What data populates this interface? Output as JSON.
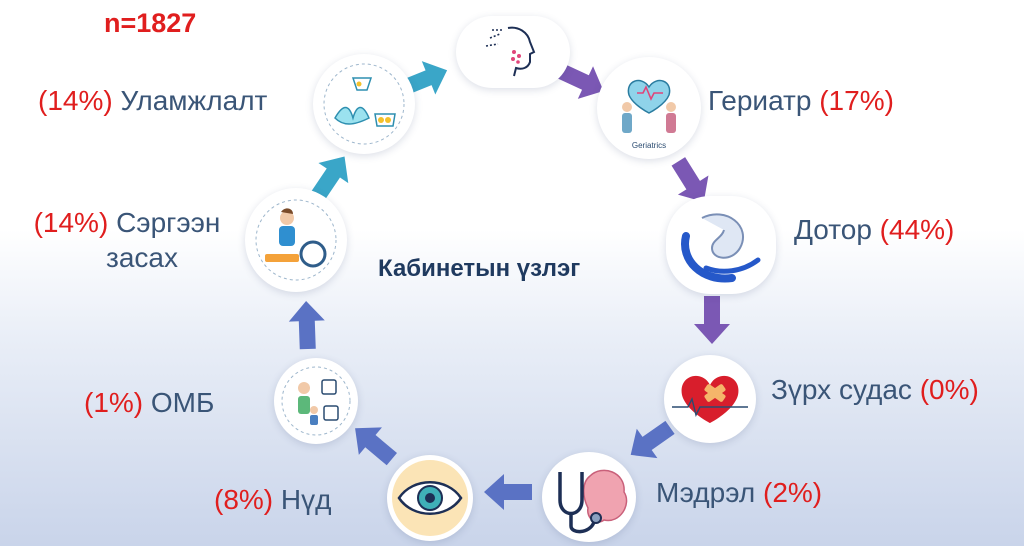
{
  "n_label": "n=1827",
  "center_title": "Кабинетын үзлэг",
  "categories": {
    "uulamjlalt": {
      "pct": "(14%)",
      "name": "Уламжлалт"
    },
    "geriatr": {
      "name": "Гериатр",
      "pct": "(17%)"
    },
    "sergeen": {
      "pct": "(14%)",
      "name_line1": "Сэргээн",
      "name_line2": "засах"
    },
    "dotor": {
      "name": "Дотор",
      "pct": "(44%)"
    },
    "zurkh": {
      "name": "Зүрх судас",
      "pct": "(0%)"
    },
    "omb": {
      "pct": "(1%)",
      "name": "ОМБ"
    },
    "medrel": {
      "name": "Мэдрэл",
      "pct": "(2%)"
    },
    "nud": {
      "pct": "(8%)",
      "name": "Нүд"
    }
  },
  "icon_texts": {
    "geriatrics": "Geriatrics"
  },
  "colors": {
    "accent_red": "#e01e1e",
    "label_blue": "#3a5577",
    "arrow_teal": "#3aa6c8",
    "arrow_purple": "#7b58b4",
    "arrow_blue": "#5a72c4"
  }
}
